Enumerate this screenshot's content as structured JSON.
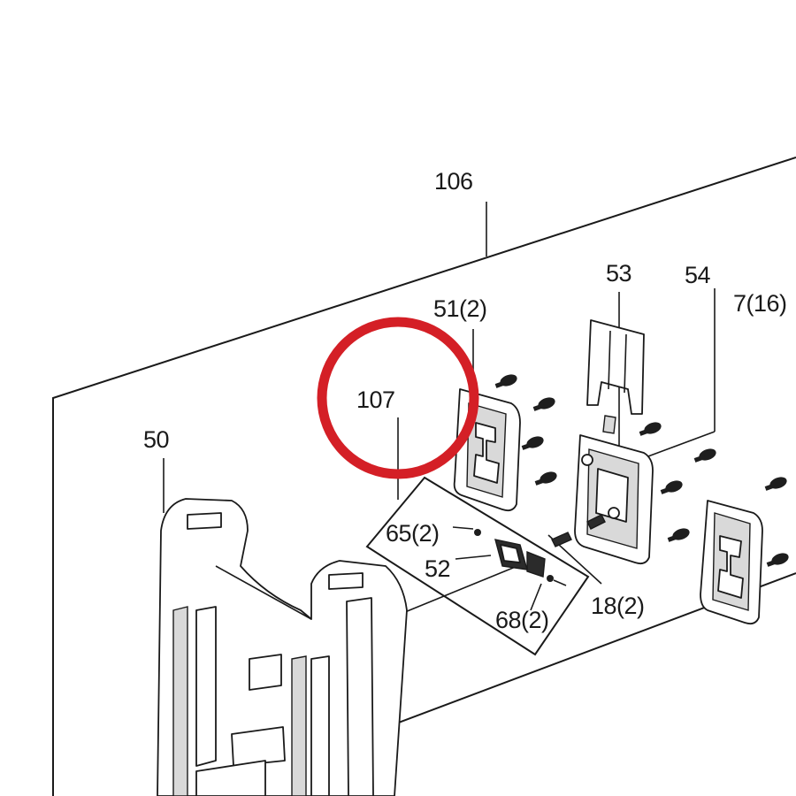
{
  "diagram": {
    "highlight_color": "#d41f26",
    "callouts": {
      "c106": "106",
      "c53": "53",
      "c54": "54",
      "c7": "7(16)",
      "c51": "51(2)",
      "c107": "107",
      "c50": "50",
      "c65": "65(2)",
      "c52": "52",
      "c18": "18(2)",
      "c68": "68(2)"
    },
    "icons": {
      "highlight": "highlight-circle",
      "screw": "screw-icon"
    }
  }
}
